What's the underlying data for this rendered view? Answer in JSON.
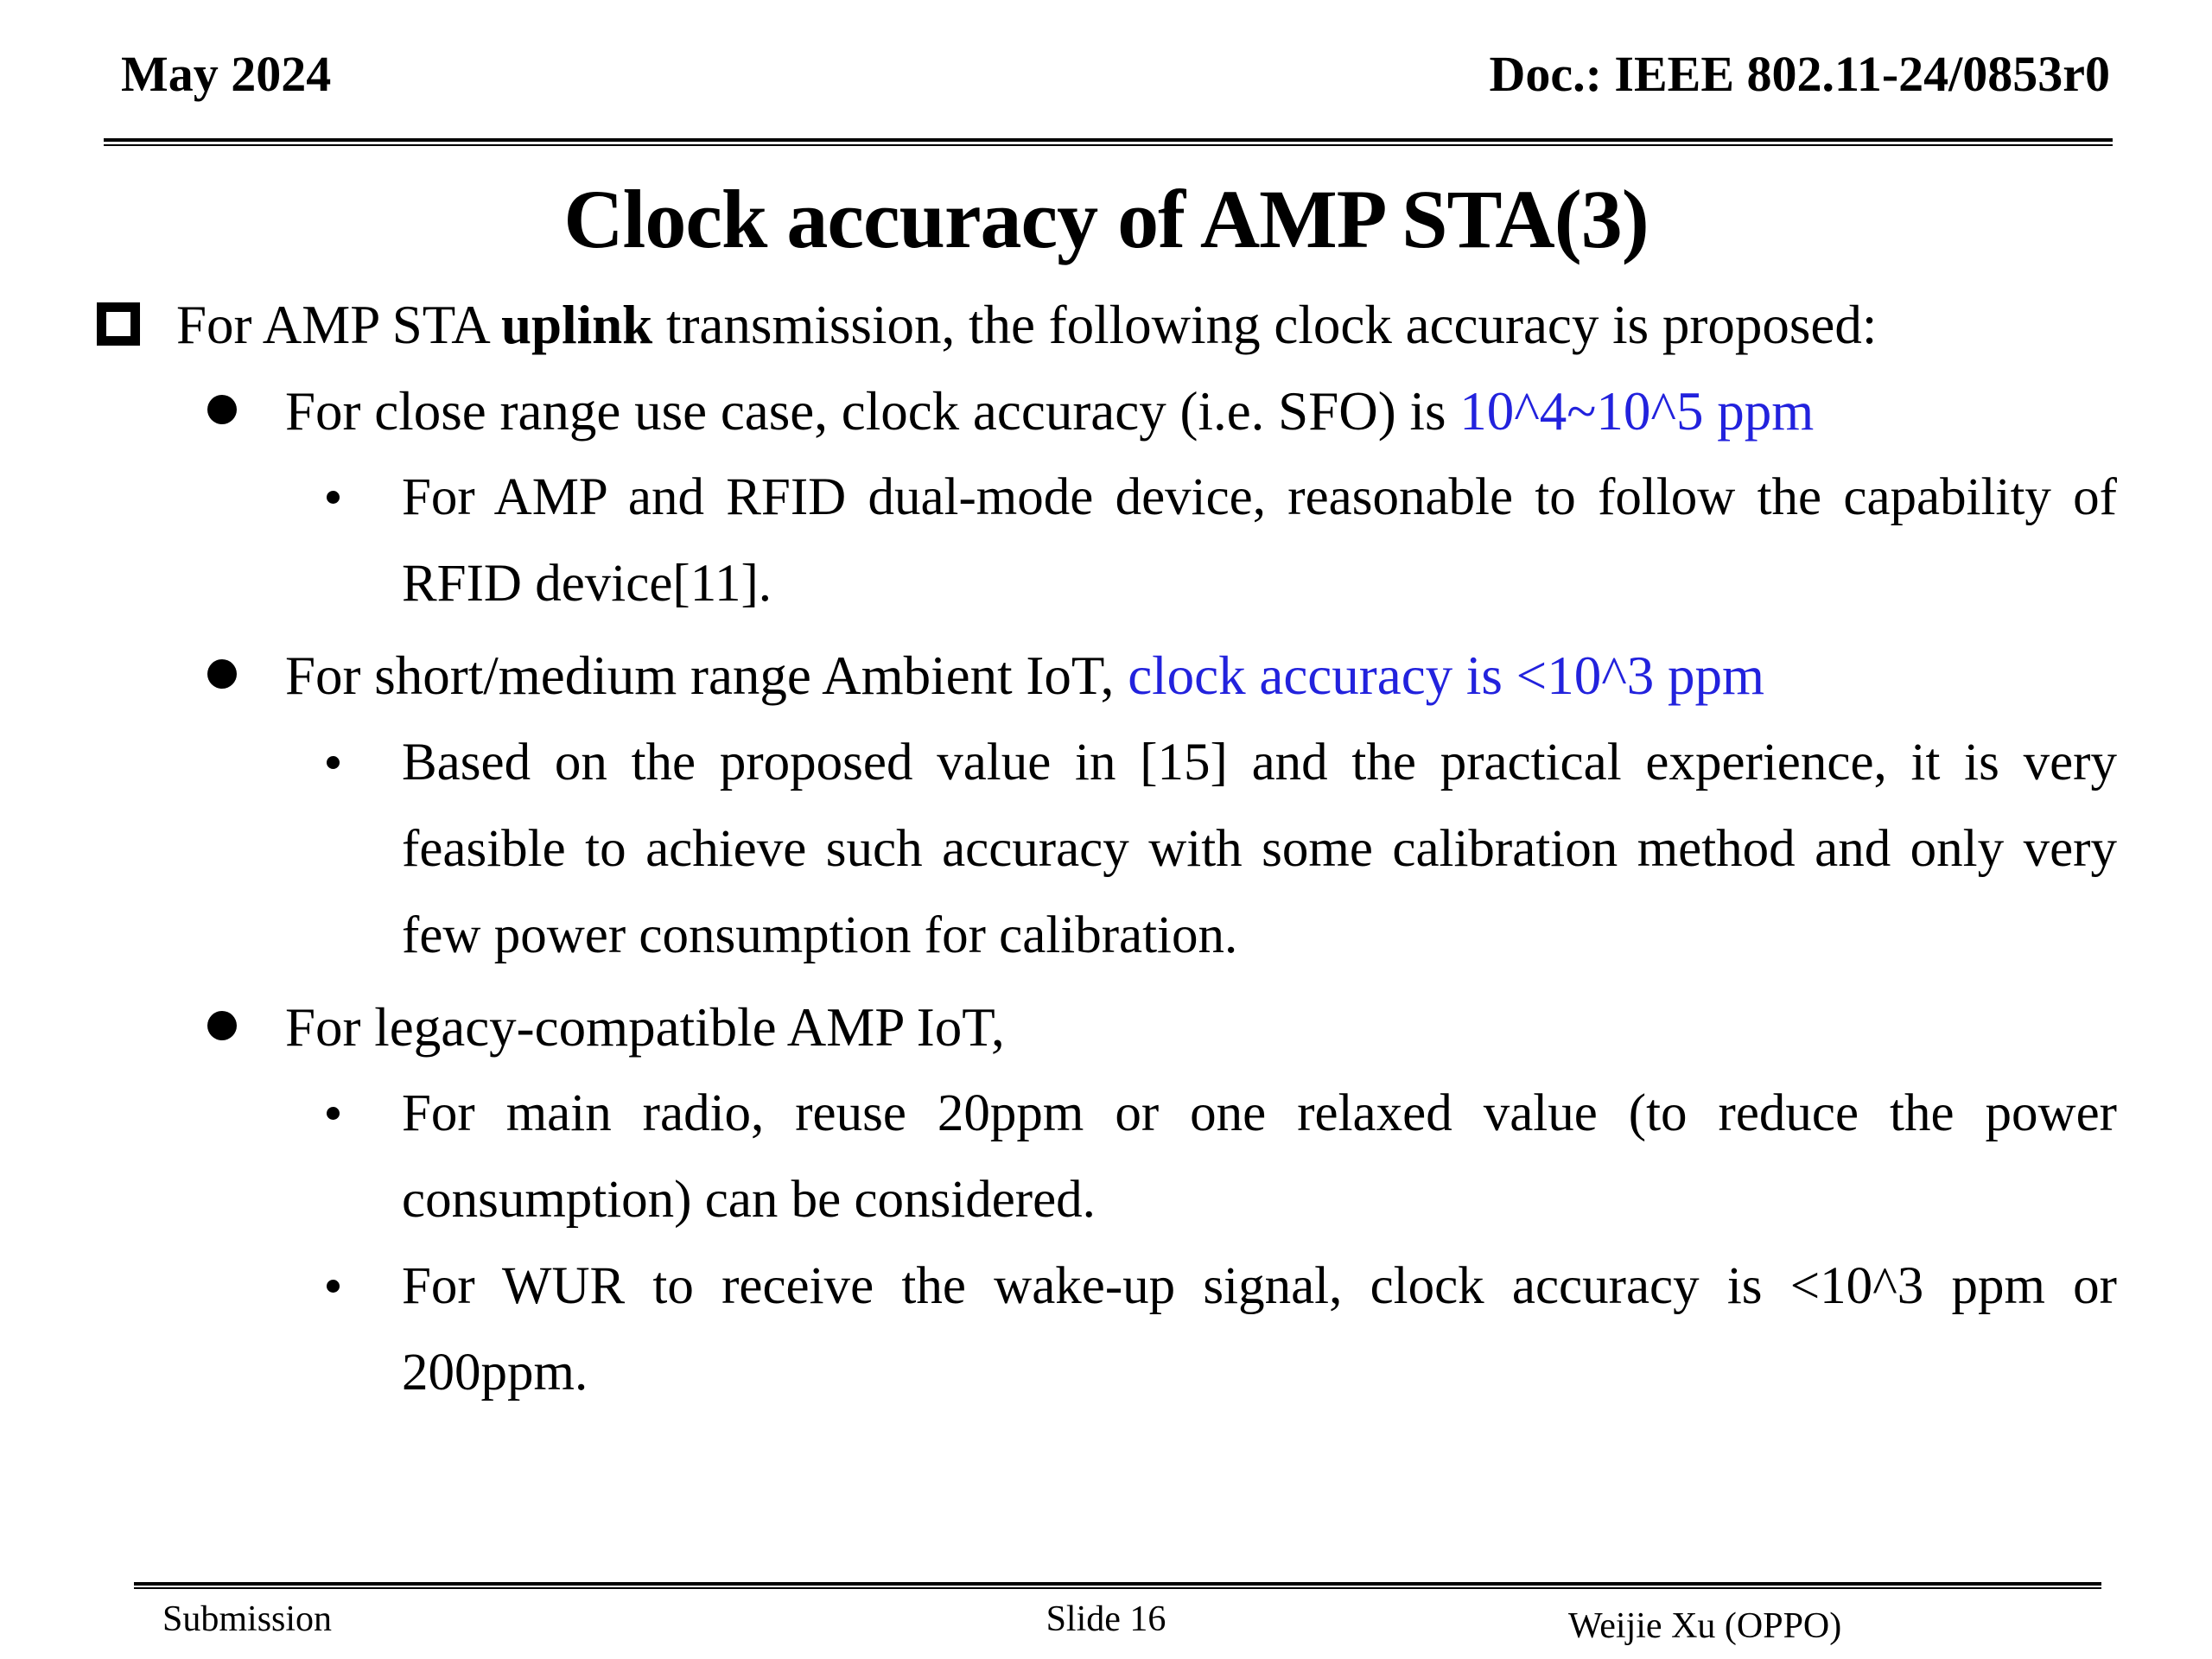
{
  "colors": {
    "accent_blue": "#2222dd"
  },
  "header": {
    "date": "May 2024",
    "doc": "Doc.: IEEE 802.11-24/0853r0"
  },
  "title": "Clock accuracy of AMP STA(3)",
  "bullets": [
    {
      "level": 1,
      "justify": false,
      "segments": [
        {
          "t": "For AMP STA "
        },
        {
          "t": "uplink",
          "b": true
        },
        {
          "t": " transmission, the following clock accuracy is proposed:"
        }
      ]
    },
    {
      "level": 2,
      "justify": false,
      "segments": [
        {
          "t": "For close range use case, clock accuracy (i.e. SFO) is "
        },
        {
          "t": "10^4~10^5 ppm",
          "c": "blue"
        }
      ]
    },
    {
      "level": 3,
      "justify": true,
      "segments": [
        {
          "t": "For AMP and RFID dual-mode device, reasonable to follow the capability of RFID device[11]."
        }
      ]
    },
    {
      "level": 2,
      "justify": false,
      "segments": [
        {
          "t": "For short/medium range Ambient IoT, "
        },
        {
          "t": "clock accuracy is <10^3 ppm",
          "c": "blue"
        }
      ]
    },
    {
      "level": 3,
      "justify": true,
      "segments": [
        {
          "t": "Based on the proposed value in [15] and the practical experience, it is very feasible to achieve such accuracy with some calibration method and only very few power consumption for calibration."
        }
      ]
    },
    {
      "level": 2,
      "justify": false,
      "segments": [
        {
          "t": "For legacy-compatible AMP IoT,"
        }
      ]
    },
    {
      "level": 3,
      "justify": true,
      "segments": [
        {
          "t": "For main radio, reuse 20ppm or one relaxed value (to reduce the power consumption) can be considered."
        }
      ]
    },
    {
      "level": 3,
      "justify": true,
      "segments": [
        {
          "t": "For WUR to receive the wake-up signal, clock accuracy is <10^3 ppm or 200ppm."
        }
      ]
    }
  ],
  "footer": {
    "left": "Submission",
    "center": "Slide 16",
    "right": "Weijie Xu (OPPO)"
  }
}
